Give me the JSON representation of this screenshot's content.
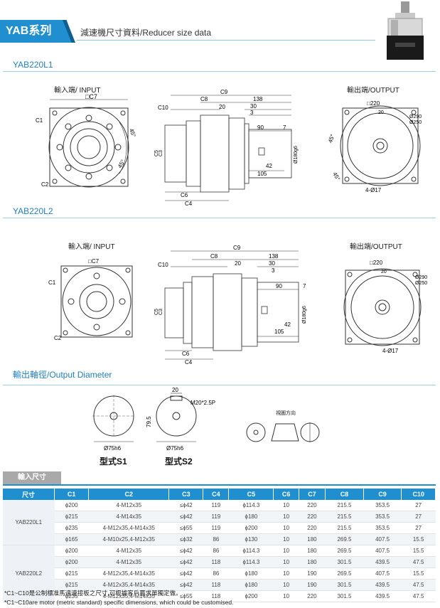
{
  "header": {
    "series": "YAB系列",
    "title": "減速機尺寸資料/Reducer size data"
  },
  "section1": {
    "title": "YAB220L1",
    "input_label": "輸入端/ INPUT",
    "output_label": "輸出端/OUTPUT"
  },
  "section2": {
    "title": "YAB220L2",
    "input_label": "輸入端/ INPUT",
    "output_label": "輸出端/OUTPUT"
  },
  "section3": {
    "title": "輸出軸徑/Output Diameter",
    "type1": "型式S1",
    "type2": "型式S2",
    "view_dir": "視圖方向",
    "s2_width": "20",
    "s2_thread": "M20*2.5P",
    "s2_height": "79.5",
    "shaft_dia": "Ø75h6"
  },
  "dims": {
    "c7": "□C7",
    "c1": "C1",
    "c2": "C2",
    "c9": "C9",
    "c8": "C8",
    "c10": "C10",
    "c3": "C3",
    "c5": "C5",
    "c6": "C6",
    "c4": "C4",
    "d138": "138",
    "d20": "20",
    "d30": "30",
    "d3": "3",
    "d90": "90",
    "d7": "7",
    "d42": "42",
    "d105": "105",
    "d180": "Ø180g6",
    "d220": "□220",
    "d290": "Ø290",
    "d250": "Ø250",
    "d417": "4-Ø17",
    "a45": "45°",
    "d20b": "20"
  },
  "table": {
    "tab_label": "輸入尺寸",
    "headers": [
      "尺寸",
      "C1",
      "C2",
      "C3",
      "C4",
      "C5",
      "C6",
      "C7",
      "C8",
      "C9",
      "C10"
    ],
    "groups": [
      {
        "model": "YAB220L1",
        "rows": [
          [
            "ϕ200",
            "4-M12x35",
            "≤ϕ42",
            "119",
            "ϕ114.3",
            "10",
            "220",
            "215.5",
            "353.5",
            "27"
          ],
          [
            "ϕ215",
            "4-M14x35",
            "≤ϕ42",
            "119",
            "ϕ180",
            "10",
            "220",
            "215.5",
            "353.5",
            "27"
          ],
          [
            "ϕ235",
            "4-M12x35,4-M14x35",
            "≤ϕ55",
            "119",
            "ϕ200",
            "10",
            "220",
            "215.5",
            "353.5",
            "27"
          ],
          [
            "ϕ165",
            "4-M10x25,4-M12x35",
            "≤ϕ32",
            "86",
            "ϕ130",
            "10",
            "180",
            "269.5",
            "407.5",
            "15.5"
          ]
        ]
      },
      {
        "model": "YAB220L2",
        "rows": [
          [
            "ϕ200",
            "4-M12x35",
            "≤ϕ42",
            "86",
            "ϕ114.3",
            "10",
            "180",
            "269.5",
            "407.5",
            "15.5"
          ],
          [
            "ϕ200",
            "4-M12x35",
            "≤ϕ42",
            "118",
            "ϕ114.3",
            "10",
            "180",
            "301.5",
            "439.5",
            "47.5"
          ],
          [
            "ϕ215",
            "4-M12x35,4-M14x35",
            "≤ϕ42",
            "86",
            "ϕ180",
            "10",
            "190",
            "269.5",
            "407.5",
            "15.5"
          ],
          [
            "ϕ215",
            "4-M12x35,4-M14x35",
            "≤ϕ42",
            "118",
            "ϕ180",
            "10",
            "190",
            "301.5",
            "439.5",
            "47.5"
          ],
          [
            "ϕ235",
            "4-M12x35,4-M14x35",
            "≤ϕ55",
            "118",
            "ϕ200",
            "10",
            "220",
            "301.5",
            "439.5",
            "47.5"
          ]
        ]
      }
    ]
  },
  "notes": [
    "*C1~C10是公制標准馬達連接板之尺寸,可根據客戶要求單獨定做。",
    "*C1~C10are motor (metric standard) specific dimensions, which could be customised."
  ]
}
